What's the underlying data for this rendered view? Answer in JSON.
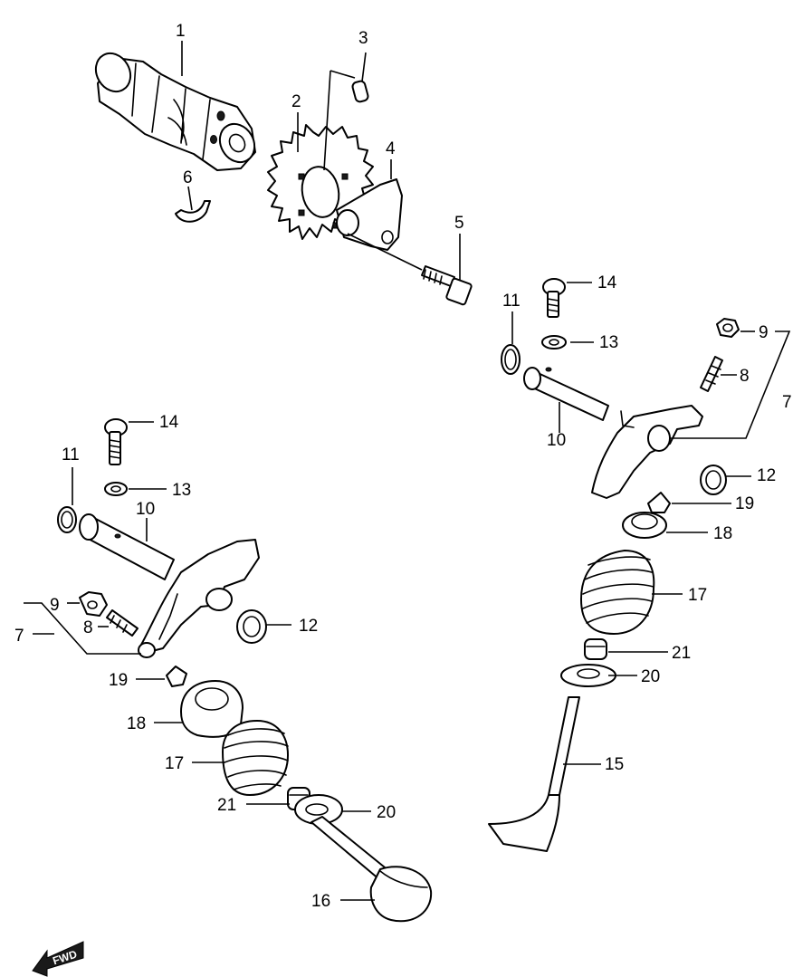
{
  "callouts": {
    "c1": "1",
    "c2": "2",
    "c3": "3",
    "c4": "4",
    "c5": "5",
    "c6": "6",
    "c7_right": "7",
    "c7_left": "7",
    "c8_right": "8",
    "c8_left": "8",
    "c9_right": "9",
    "c9_left": "9",
    "c10_right": "10",
    "c10_left": "10",
    "c11_right": "11",
    "c11_left": "11",
    "c12_right": "12",
    "c12_left": "12",
    "c13_right": "13",
    "c13_left": "13",
    "c14_right": "14",
    "c14_left": "14",
    "c15": "15",
    "c16": "16",
    "c17_right": "17",
    "c17_left": "17",
    "c18_right": "18",
    "c18_left": "18",
    "c19_right": "19",
    "c19_left": "19",
    "c20_right": "20",
    "c20_left": "20",
    "c21_right": "21",
    "c21_left": "21"
  },
  "fwd_badge": "FWD"
}
